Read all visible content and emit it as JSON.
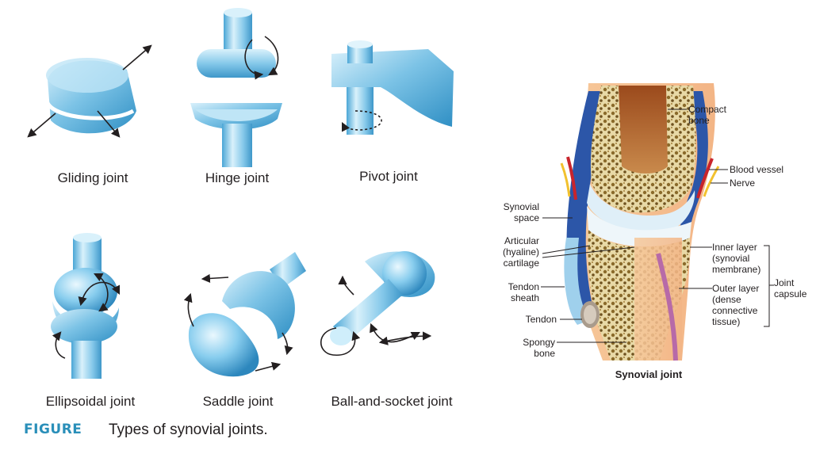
{
  "joints": {
    "gliding": "Gliding joint",
    "hinge": "Hinge joint",
    "pivot": "Pivot joint",
    "ellipsoidal": "Ellipsoidal joint",
    "saddle": "Saddle joint",
    "ball_socket": "Ball-and-socket joint"
  },
  "synovial": {
    "title": "Synovial joint",
    "compact_bone": "Compact\nbone",
    "blood_vessel": "Blood vessel",
    "nerve": "Nerve",
    "synovial_space": "Synovial\nspace",
    "articular_cartilage": "Articular\n(hyaline)\ncartilage",
    "inner_layer": "Inner layer\n(synovial\nmembrane)",
    "joint_capsule": "Joint\ncapsule",
    "outer_layer": "Outer layer\n(dense\nconnective\ntissue)",
    "tendon_sheath": "Tendon\nsheath",
    "tendon": "Tendon",
    "spongy_bone": "Spongy\nbone"
  },
  "caption": {
    "figure": "FIGURE",
    "text": "Types of synovial joints."
  },
  "colors": {
    "joint_blue": "#7cc3e6",
    "caption_accent": "#2a8fb9"
  }
}
